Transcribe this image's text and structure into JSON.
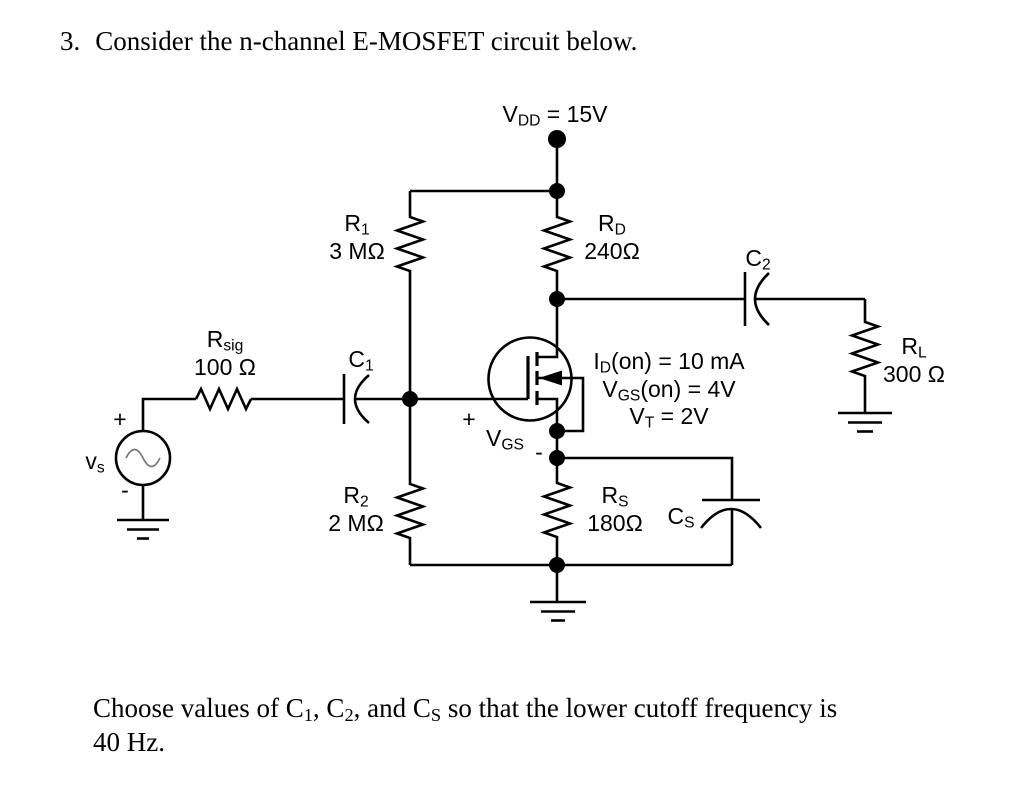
{
  "colors": {
    "ink": "#000000",
    "paper": "#ffffff",
    "sine_stroke": "#787878"
  },
  "problem": {
    "number": "3.",
    "title": "Consider the n-channel E-MOSFET circuit below.",
    "question_line1_parts": [
      {
        "t": "Choose values of C"
      },
      {
        "sub": "1"
      },
      {
        "t": ", C"
      },
      {
        "sub": "2"
      },
      {
        "t": ", and C"
      },
      {
        "sub": "S"
      },
      {
        "t": " so that the lower cutoff frequency is"
      }
    ],
    "question_line2": "40 Hz."
  },
  "circuit": {
    "supply_label_parts": [
      {
        "t": "V"
      },
      {
        "sub": "DD"
      },
      {
        "t": " = 15V"
      }
    ],
    "r1": {
      "name_parts": [
        {
          "t": "R"
        },
        {
          "sub": "1"
        }
      ],
      "value": "3 MΩ"
    },
    "rd": {
      "name_parts": [
        {
          "t": "R"
        },
        {
          "sub": "D"
        }
      ],
      "value": "240Ω"
    },
    "r2": {
      "name_parts": [
        {
          "t": "R"
        },
        {
          "sub": "2"
        }
      ],
      "value": "2 MΩ"
    },
    "rs": {
      "name_parts": [
        {
          "t": "R"
        },
        {
          "sub": "S"
        }
      ],
      "value": "180Ω"
    },
    "rl": {
      "name_parts": [
        {
          "t": "R"
        },
        {
          "sub": "L"
        }
      ],
      "value": "300 Ω"
    },
    "rsig": {
      "name_parts": [
        {
          "t": "R"
        },
        {
          "sub": "sig"
        }
      ],
      "value": "100 Ω"
    },
    "c1_label_parts": [
      {
        "t": "C"
      },
      {
        "sub": "1"
      }
    ],
    "c2_label_parts": [
      {
        "t": "C"
      },
      {
        "sub": "2"
      }
    ],
    "cs_label_parts": [
      {
        "t": "C"
      },
      {
        "sub": "S"
      }
    ],
    "vs": {
      "label_parts": [
        {
          "t": "v"
        },
        {
          "sub": "s"
        }
      ],
      "plus": "+",
      "minus": "-"
    },
    "vgs": {
      "label_parts": [
        {
          "t": "V"
        },
        {
          "sub": "GS"
        }
      ],
      "plus": "+",
      "minus": "-"
    },
    "mosfet_params": {
      "id_on_parts": [
        {
          "t": "I"
        },
        {
          "sub": "D"
        },
        {
          "t": "(on) = 10 mA"
        }
      ],
      "vgs_on_parts": [
        {
          "t": "V"
        },
        {
          "sub": "GS"
        },
        {
          "t": "(on) = 4V"
        }
      ],
      "vt_parts": [
        {
          "t": "V"
        },
        {
          "sub": "T"
        },
        {
          "t": " = 2V"
        }
      ]
    }
  }
}
